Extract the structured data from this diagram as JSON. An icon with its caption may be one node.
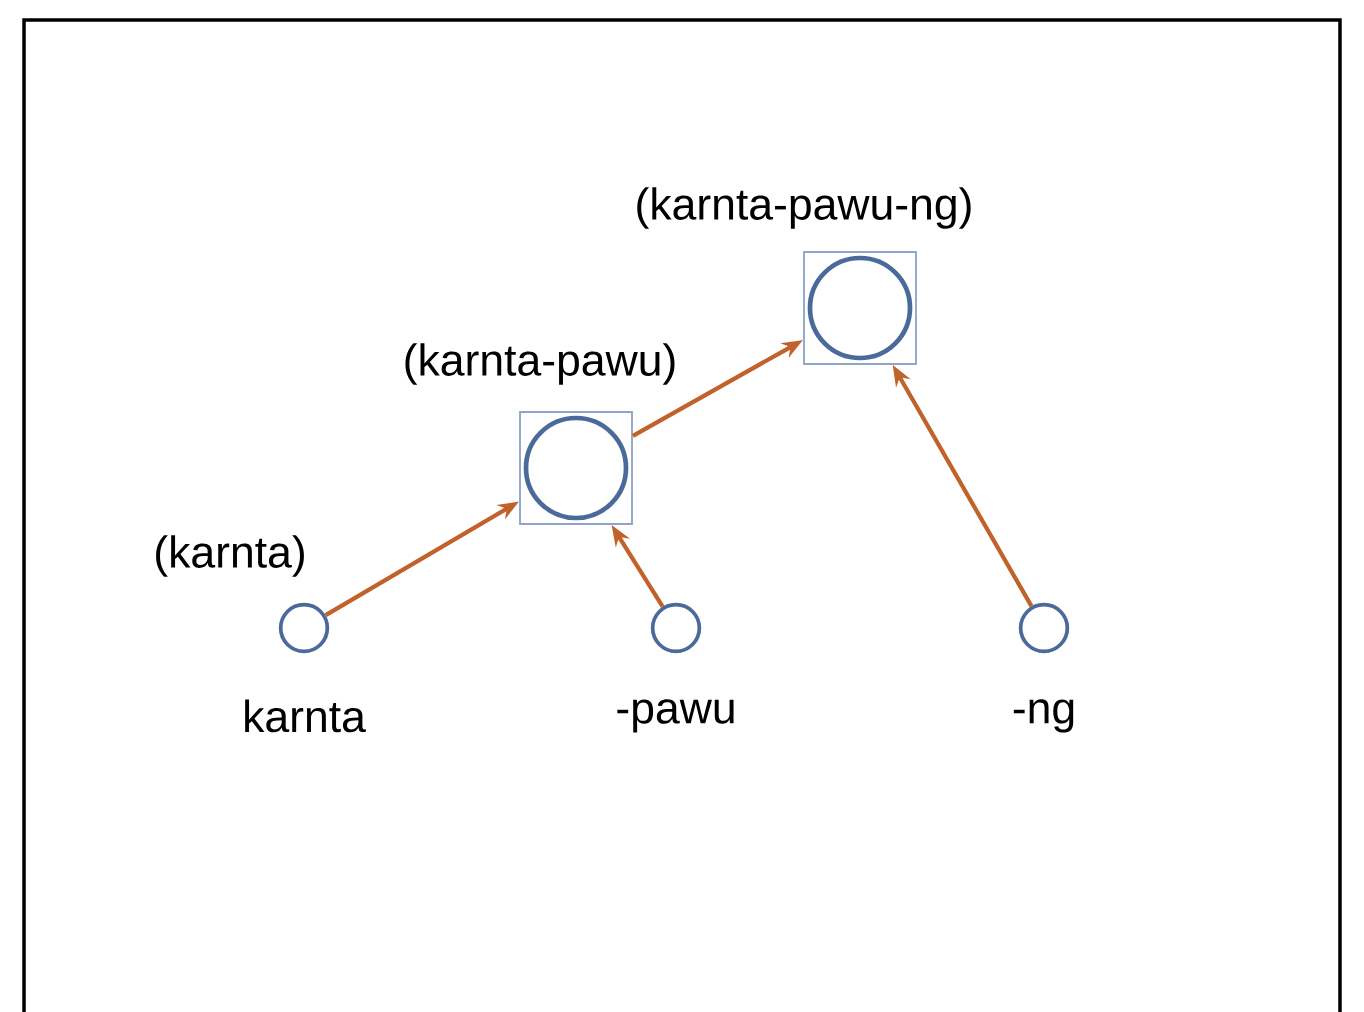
{
  "diagram": {
    "nodes": [
      {
        "text": [
          "(karnta)",
          "karnta"
        ]
      },
      {
        "text": [
          "-pawu"
        ]
      },
      {
        "text": [
          "-ng"
        ]
      },
      {
        "text": [
          "(karnta-pawu)"
        ]
      },
      {
        "text": [
          "(karnta-pawu-ng)"
        ]
      }
    ],
    "edges": [
      {
        "from": 0,
        "to": 3,
        "arrow": "to"
      },
      {
        "from": 1,
        "to": 3,
        "arrow": "to"
      },
      {
        "from": 3,
        "to": 4,
        "arrow": "to"
      },
      {
        "from": 2,
        "to": 4,
        "arrow": "to"
      }
    ]
  }
}
